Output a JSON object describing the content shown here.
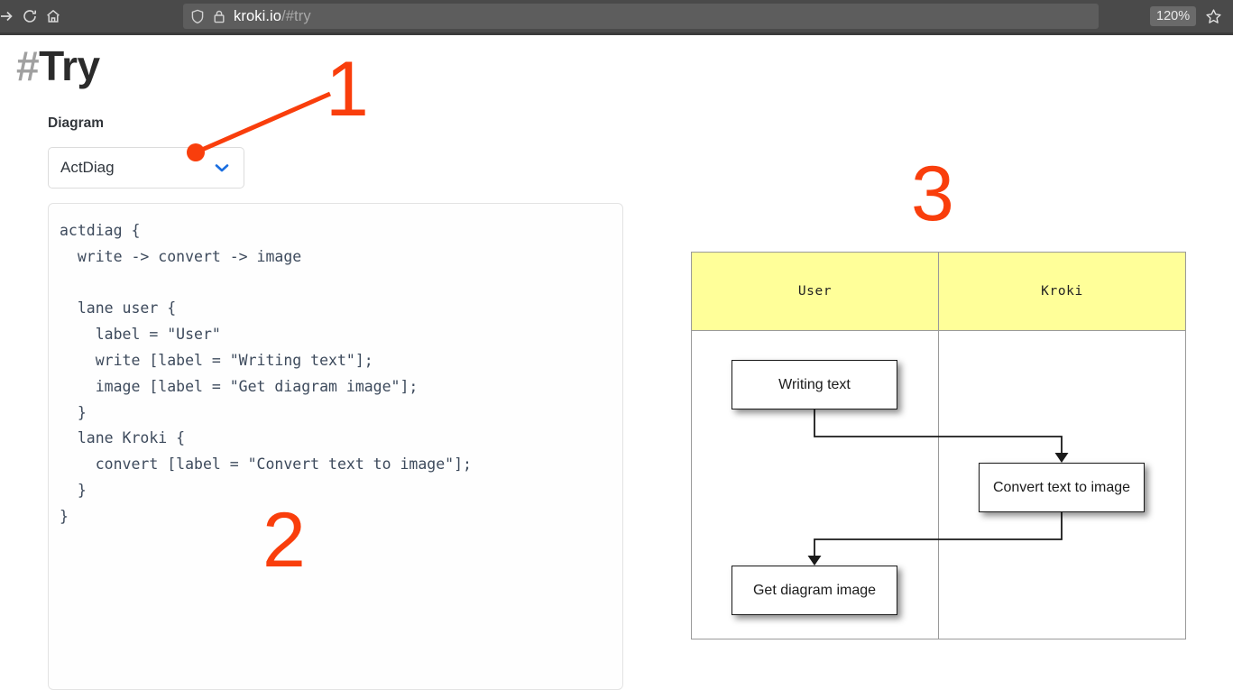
{
  "browser": {
    "forward_icon": "forward-arrow-icon",
    "reload_icon": "reload-icon",
    "home_icon": "home-icon",
    "shield_icon": "shield-icon",
    "lock_icon": "lock-icon",
    "url_host": "kroki.io",
    "url_path": "/#try",
    "zoom_level": "120%",
    "bookmark_icon": "star-icon"
  },
  "page": {
    "title_hash": "#",
    "title_word": "Try",
    "diagram_label": "Diagram"
  },
  "select": {
    "value": "ActDiag",
    "chevron_icon": "chevron-down-icon",
    "options": [
      "ActDiag"
    ]
  },
  "editor": {
    "code": "actdiag {\n  write -> convert -> image\n\n  lane user {\n    label = \"User\"\n    write [label = \"Writing text\"];\n    image [label = \"Get diagram image\"];\n  }\n  lane Kroki {\n    convert [label = \"Convert text to image\"];\n  }\n}"
  },
  "annotations": {
    "color": "#f93e0c",
    "one": "1",
    "two": "2",
    "three": "3"
  },
  "diagram_output": {
    "lanes": [
      {
        "label": "User"
      },
      {
        "label": "Kroki"
      }
    ],
    "nodes": [
      {
        "label": "Writing text",
        "lane": "User"
      },
      {
        "label": "Convert text to image",
        "lane": "Kroki"
      },
      {
        "label": "Get diagram image",
        "lane": "User"
      }
    ],
    "lane_header_color": "#ffff99",
    "node_fill": "#ffffff",
    "frame_border": "#9a9a9a"
  }
}
